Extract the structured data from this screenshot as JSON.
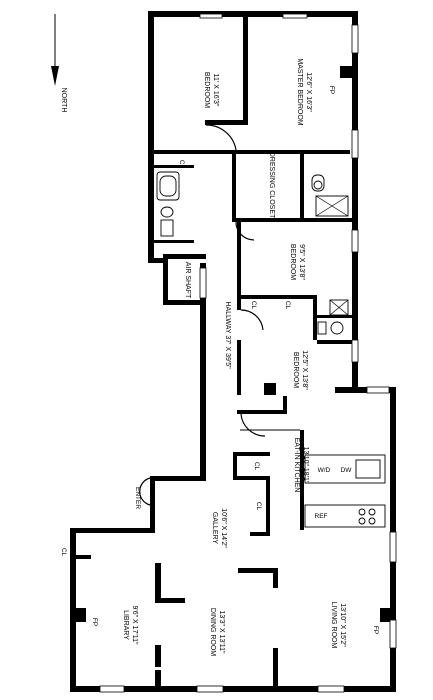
{
  "plan": {
    "north": "NORTH",
    "rooms": {
      "bedroom1": {
        "name": "BEDROOM",
        "dims": "11' X 16'3\""
      },
      "master": {
        "name": "MASTER BEDROOM",
        "dims": "12'6\" X 16'3\""
      },
      "fp_master": {
        "name": "FP"
      },
      "dressing": {
        "name": "DRESSING CLOSET"
      },
      "cl_bath": {
        "name": "CL"
      },
      "air_shaft": {
        "name": "AIR SHAFT"
      },
      "bedroom2": {
        "name": "BEDROOM",
        "dims": "9'5\" X 13'8\""
      },
      "hallway": {
        "name": "HALLWAY 37' X 39'5\""
      },
      "cl_hall1": {
        "name": "CL"
      },
      "cl_hall2": {
        "name": "CL"
      },
      "bedroom3": {
        "name": "BEDROOM",
        "dims": "12'5\" X 13'8\""
      },
      "kitchen": {
        "name": "EAT-IN KITCHEN",
        "dims": "13'10\" 18'1\""
      },
      "wd": {
        "name": "W/D"
      },
      "dw": {
        "name": "DW"
      },
      "ref": {
        "name": "REF"
      },
      "cl_gal1": {
        "name": "CL"
      },
      "cl_gal2": {
        "name": "CL"
      },
      "enter": {
        "name": "ENTER"
      },
      "gallery": {
        "name": "GALLERY",
        "dims": "10'6\" X 14'2\""
      },
      "cl_lib": {
        "name": "CL"
      },
      "library": {
        "name": "LIBRARY",
        "dims": "9'6\" X 17'11\""
      },
      "fp_library": {
        "name": "FP"
      },
      "dining": {
        "name": "DINING ROOM",
        "dims": "13'3\" X 13'11\""
      },
      "living": {
        "name": "LIVING ROOM",
        "dims": "13'10\" X 15'2\""
      },
      "fp_living": {
        "name": "FP"
      }
    }
  }
}
